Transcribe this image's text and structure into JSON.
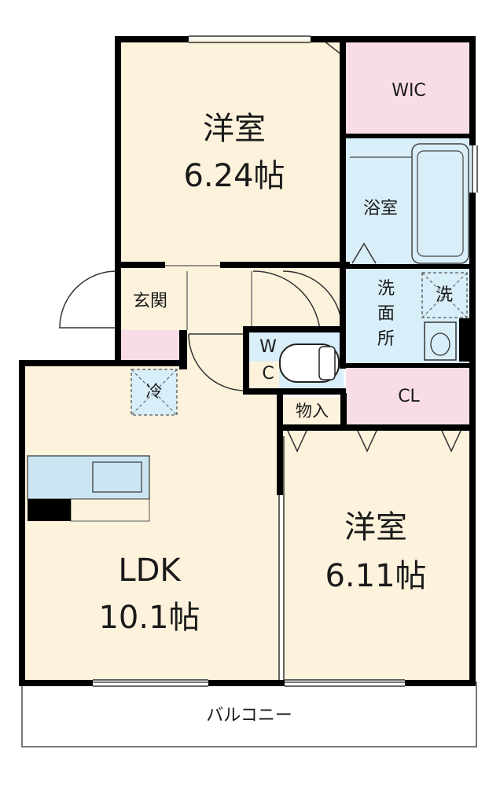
{
  "rooms": {
    "western_room_1": {
      "name": "洋室",
      "size": "6.24帖"
    },
    "walk_in_closet": {
      "name": "WIC"
    },
    "bathroom": {
      "name": "浴室"
    },
    "washroom": {
      "name": "洗面所",
      "chars": [
        "洗",
        "面",
        "所"
      ]
    },
    "washer": {
      "name": "洗"
    },
    "entrance": {
      "name": "玄関"
    },
    "toilet": {
      "name": "WC",
      "chars": [
        "W",
        "C"
      ]
    },
    "closet": {
      "name": "CL"
    },
    "storage": {
      "name": "物入"
    },
    "fridge": {
      "name": "冷"
    },
    "ldk": {
      "name": "LDK",
      "size": "10.1帖"
    },
    "western_room_2": {
      "name": "洋室",
      "size": "6.11帖"
    },
    "balcony": {
      "name": "バルコニー"
    }
  },
  "colors": {
    "room_fill": "#fdf3dd",
    "closet_fill": "#f9dde6",
    "wet_area_fill": "#d8eef8",
    "wall": "#000000",
    "fixture": "#c9e6f2"
  }
}
